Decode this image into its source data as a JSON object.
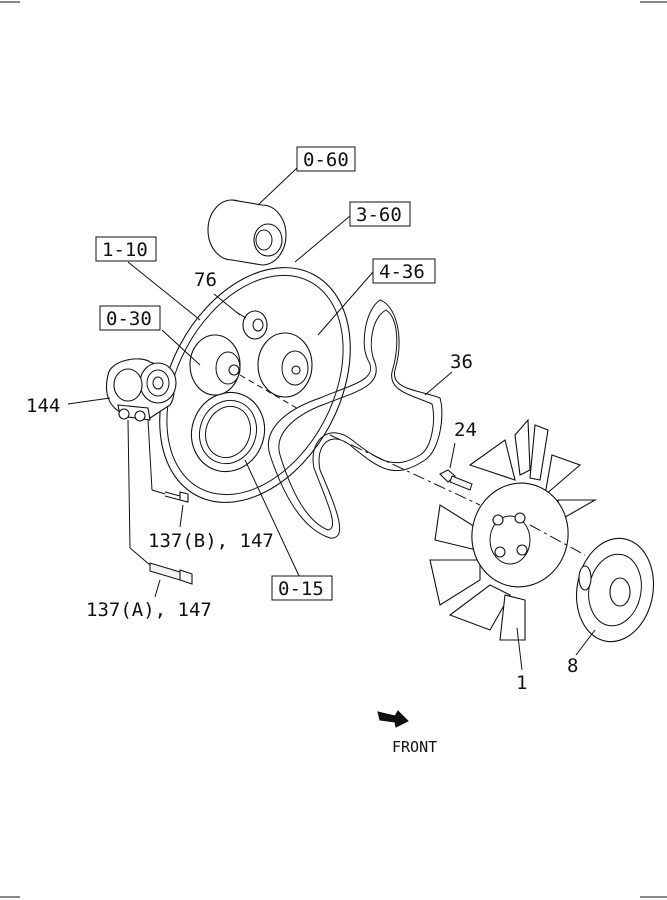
{
  "diagram": {
    "boxed_refs": [
      "0-60",
      "3-60",
      "1-10",
      "4-36",
      "0-30",
      "0-15"
    ],
    "part_numbers": [
      "76",
      "36",
      "144",
      "24",
      "137(B), 147",
      "137(A), 147",
      "1",
      "8"
    ],
    "direction_label": "FRONT"
  }
}
